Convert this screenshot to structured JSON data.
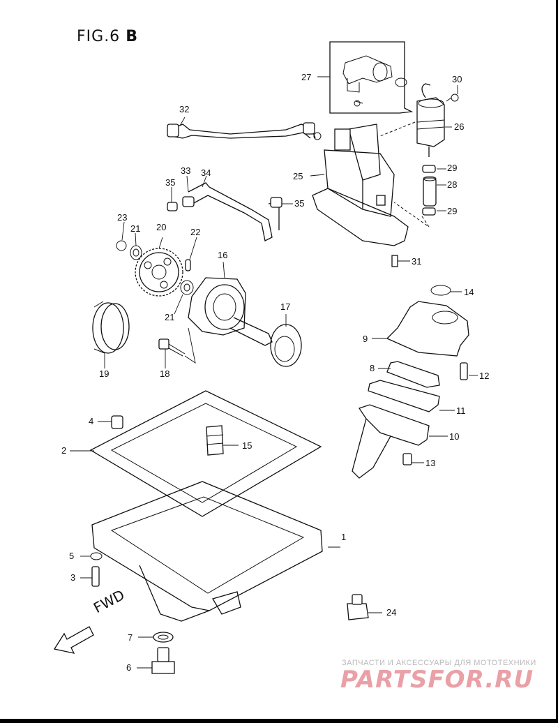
{
  "figure": {
    "title_prefix": "FIG.6",
    "title_suffix": "B"
  },
  "direction_label": "FWD",
  "callouts": [
    {
      "id": "1",
      "text": "1"
    },
    {
      "id": "2",
      "text": "2"
    },
    {
      "id": "3",
      "text": "3"
    },
    {
      "id": "4",
      "text": "4"
    },
    {
      "id": "5",
      "text": "5"
    },
    {
      "id": "6",
      "text": "6"
    },
    {
      "id": "7",
      "text": "7"
    },
    {
      "id": "8",
      "text": "8"
    },
    {
      "id": "9",
      "text": "9"
    },
    {
      "id": "10",
      "text": "10"
    },
    {
      "id": "11",
      "text": "11"
    },
    {
      "id": "12",
      "text": "12"
    },
    {
      "id": "13",
      "text": "13"
    },
    {
      "id": "14",
      "text": "14"
    },
    {
      "id": "15",
      "text": "15"
    },
    {
      "id": "16",
      "text": "16"
    },
    {
      "id": "17",
      "text": "17"
    },
    {
      "id": "18",
      "text": "18"
    },
    {
      "id": "19",
      "text": "19"
    },
    {
      "id": "20",
      "text": "20"
    },
    {
      "id": "21a",
      "text": "21"
    },
    {
      "id": "21b",
      "text": "21"
    },
    {
      "id": "22",
      "text": "22"
    },
    {
      "id": "23",
      "text": "23"
    },
    {
      "id": "24",
      "text": "24"
    },
    {
      "id": "25",
      "text": "25"
    },
    {
      "id": "26",
      "text": "26"
    },
    {
      "id": "27",
      "text": "27"
    },
    {
      "id": "28",
      "text": "28"
    },
    {
      "id": "29a",
      "text": "29"
    },
    {
      "id": "29b",
      "text": "29"
    },
    {
      "id": "30",
      "text": "30"
    },
    {
      "id": "31",
      "text": "31"
    },
    {
      "id": "32",
      "text": "32"
    },
    {
      "id": "33",
      "text": "33"
    },
    {
      "id": "34",
      "text": "34"
    },
    {
      "id": "35a",
      "text": "35"
    },
    {
      "id": "35b",
      "text": "35"
    }
  ],
  "watermark": {
    "tagline": "ЗАПЧАСТИ И АКСЕССУАРЫ ДЛЯ МОТОТЕХНИКИ",
    "logo": "PARTSFOR.RU",
    "color": "#e9a0a6"
  }
}
